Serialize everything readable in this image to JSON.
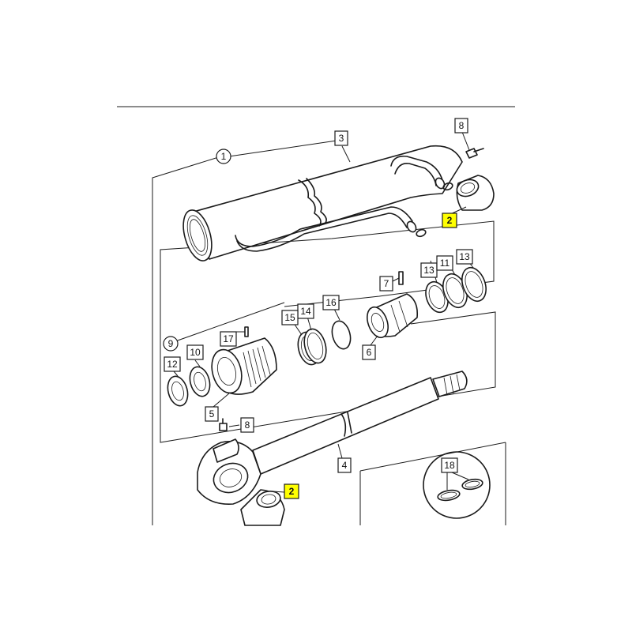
{
  "callouts": {
    "c1": "1",
    "c2a": "2",
    "c2b": "2",
    "c3": "3",
    "c4": "4",
    "c5": "5",
    "c6": "6",
    "c7": "7",
    "c8a": "8",
    "c8b": "8",
    "c9": "9",
    "c10": "10",
    "c11": "11",
    "c12": "12",
    "c13a": "13",
    "c13b": "13",
    "c14": "14",
    "c15": "15",
    "c16": "16",
    "c17": "17",
    "c18": "18"
  },
  "highlight_color": "#ffff00",
  "highlighted_callouts": [
    "c2a",
    "c2b"
  ]
}
